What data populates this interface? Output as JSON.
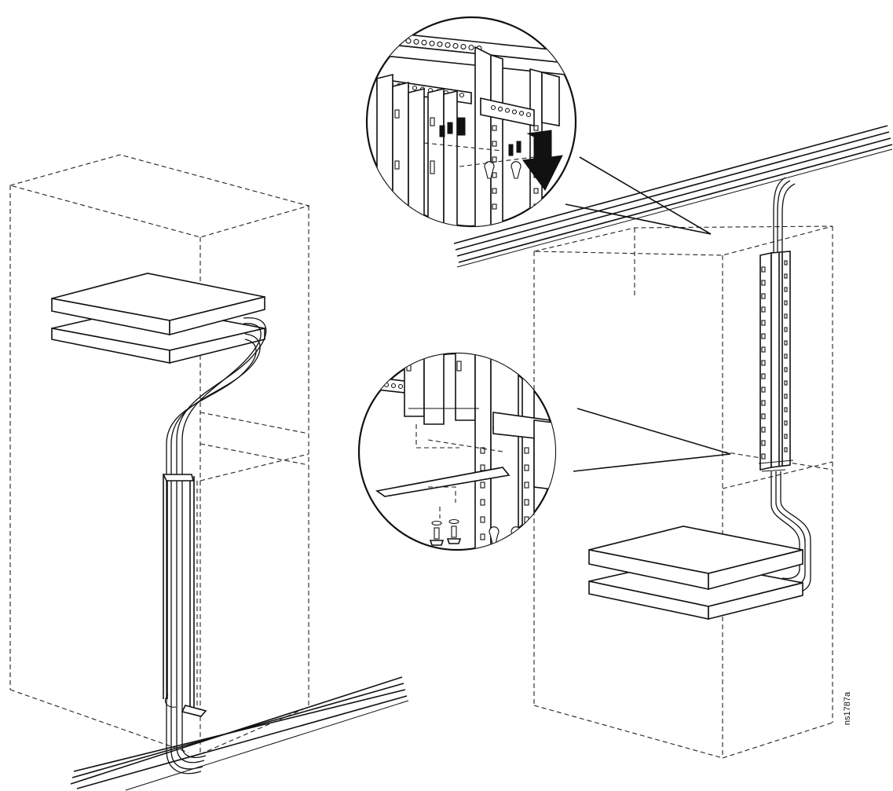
{
  "figure": {
    "id_label": "ns1787a"
  },
  "icons": {
    "left_cabinet": "dashed-cabinet-outline",
    "right_cabinet": "dashed-cabinet-outline",
    "magnifier_top": "detail-zoom-circle",
    "magnifier_bottom": "detail-zoom-circle",
    "down_arrow": "install-direction-arrow"
  }
}
